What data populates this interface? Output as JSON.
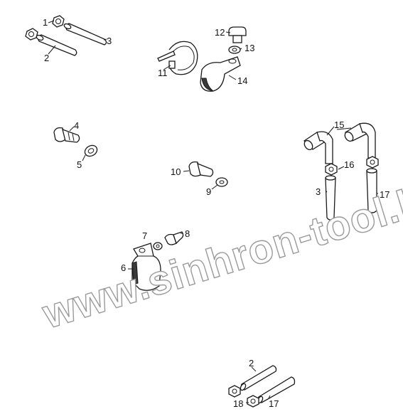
{
  "diagram": {
    "callouts": [
      "1",
      "2",
      "3",
      "12",
      "13",
      "11",
      "14",
      "4",
      "5",
      "15",
      "16",
      "10",
      "9",
      "3",
      "17",
      "7",
      "8",
      "6",
      "2",
      "18",
      "17"
    ],
    "colors": {
      "line": "#1a1a1a",
      "fill": "#ffffff",
      "watermark_outline": "#9a9a9a"
    }
  },
  "watermark": {
    "text": "www.sinhron-tool.kz"
  }
}
